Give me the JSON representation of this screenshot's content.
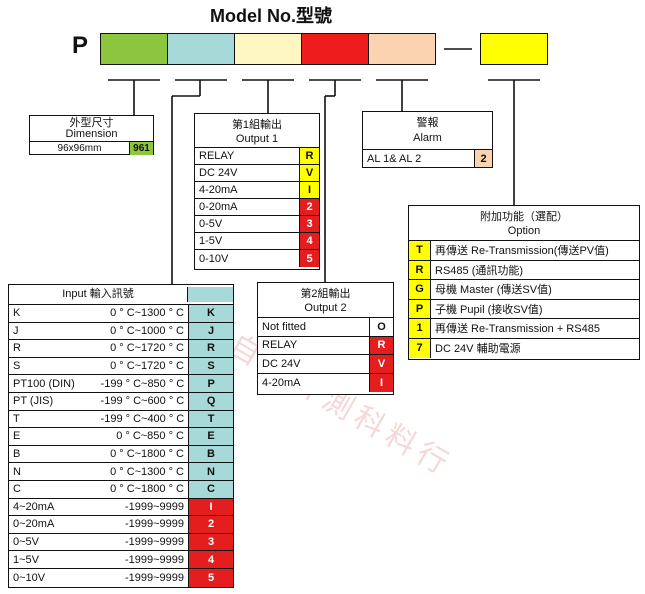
{
  "title": "Model No.型號",
  "prefix": "P",
  "segment_colors": {
    "dimension": "#8cc63f",
    "input": "#a6d9d7",
    "output1": "#fff7c2",
    "output2": "#ee1c1c",
    "alarm": "#fbd3b0",
    "option": "#ffff00"
  },
  "watermark": "一般自動計測科料行",
  "dimension": {
    "title_cn": "外型尺寸",
    "title_en": "Dimension",
    "label": "96x96mm",
    "code": "961"
  },
  "output1": {
    "title_cn": "第1組輸出",
    "title_en": "Output 1",
    "rows": [
      {
        "label": "RELAY",
        "code": "R",
        "color": "yellow"
      },
      {
        "label": "DC 24V",
        "code": "V",
        "color": "yellow"
      },
      {
        "label": "4-20mA",
        "code": "I",
        "color": "yellow"
      },
      {
        "label": "0-20mA",
        "code": "2",
        "color": "red"
      },
      {
        "label": "0-5V",
        "code": "3",
        "color": "red"
      },
      {
        "label": "1-5V",
        "code": "4",
        "color": "red"
      },
      {
        "label": "0-10V",
        "code": "5",
        "color": "red"
      }
    ]
  },
  "alarm": {
    "title_cn": "警報",
    "title_en": "Alarm",
    "label": "AL 1& AL 2",
    "code": "2"
  },
  "option": {
    "title_cn": "附加功能（選配）",
    "title_en": "Option",
    "rows": [
      {
        "code": "T",
        "label": "再傳送 Re-Transmission(傳送PV值)"
      },
      {
        "code": "R",
        "label": "RS485  (通訊功能)"
      },
      {
        "code": "G",
        "label": "母機  Master (傳送SV值)"
      },
      {
        "code": "P",
        "label": "子機  Pupil  (接收SV值)"
      },
      {
        "code": "1",
        "label": "再傳送 Re-Transmission + RS485"
      },
      {
        "code": "7",
        "label": "DC 24V  輔助電源"
      }
    ]
  },
  "output2": {
    "title_cn": "第2組輸出",
    "title_en": "Output 2",
    "rows": [
      {
        "label": "Not fitted",
        "code": "O",
        "color": "white"
      },
      {
        "label": "RELAY",
        "code": "R",
        "color": "red"
      },
      {
        "label": "DC 24V",
        "code": "V",
        "color": "red"
      },
      {
        "label": "4-20mA",
        "code": "I",
        "color": "red"
      }
    ]
  },
  "input": {
    "title": "Input   輸入訊號",
    "rows": [
      {
        "type": "K",
        "range": "0 ° C~1300 ° C",
        "code": "K",
        "color": "teal"
      },
      {
        "type": "J",
        "range": "0 ° C~1000 ° C",
        "code": "J",
        "color": "teal"
      },
      {
        "type": "R",
        "range": "0 ° C~1720 ° C",
        "code": "R",
        "color": "teal"
      },
      {
        "type": "S",
        "range": "0 ° C~1720 ° C",
        "code": "S",
        "color": "teal"
      },
      {
        "type": "PT100 (DIN)",
        "range": "-199 ° C~850 ° C",
        "code": "P",
        "color": "teal"
      },
      {
        "type": "PT (JIS)",
        "range": "-199 ° C~600 ° C",
        "code": "Q",
        "color": "teal"
      },
      {
        "type": "T",
        "range": "-199 ° C~400 ° C",
        "code": "T",
        "color": "teal"
      },
      {
        "type": "E",
        "range": "0 ° C~850 ° C",
        "code": "E",
        "color": "teal"
      },
      {
        "type": "B",
        "range": "0 ° C~1800 ° C",
        "code": "B",
        "color": "teal"
      },
      {
        "type": "N",
        "range": "0 ° C~1300 ° C",
        "code": "N",
        "color": "teal"
      },
      {
        "type": "C",
        "range": "0 ° C~1800 ° C",
        "code": "C",
        "color": "teal"
      },
      {
        "type": "4~20mA",
        "range": "-1999~9999",
        "code": "I",
        "color": "red"
      },
      {
        "type": "0~20mA",
        "range": "-1999~9999",
        "code": "2",
        "color": "red"
      },
      {
        "type": "0~5V",
        "range": "-1999~9999",
        "code": "3",
        "color": "red"
      },
      {
        "type": "1~5V",
        "range": "-1999~9999",
        "code": "4",
        "color": "red"
      },
      {
        "type": "0~10V",
        "range": "-1999~9999",
        "code": "5",
        "color": "red"
      }
    ]
  }
}
